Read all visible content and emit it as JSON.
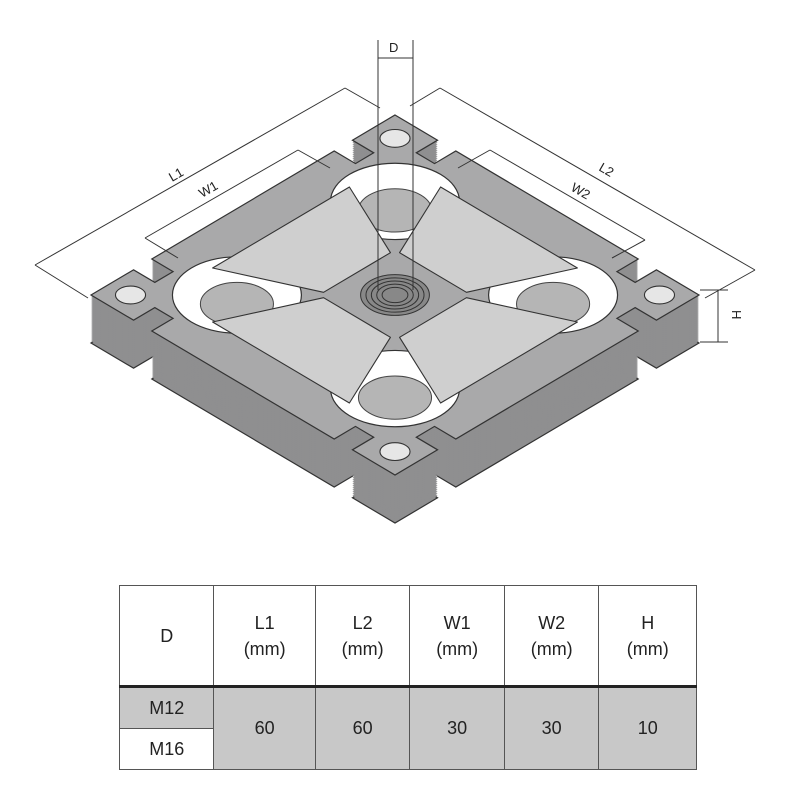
{
  "drawing": {
    "labels": {
      "D": "D",
      "L1": "L1",
      "W1": "W1",
      "L2": "L2",
      "W2": "W2",
      "H": "H"
    }
  },
  "table": {
    "headers": [
      {
        "name": "D",
        "unit": ""
      },
      {
        "name": "L1",
        "unit": "(mm)"
      },
      {
        "name": "L2",
        "unit": "(mm)"
      },
      {
        "name": "W1",
        "unit": "(mm)"
      },
      {
        "name": "W2",
        "unit": "(mm)"
      },
      {
        "name": "H",
        "unit": "(mm)"
      }
    ],
    "d_values": [
      "M12",
      "M16"
    ],
    "values": {
      "L1": "60",
      "L2": "60",
      "W1": "30",
      "W2": "30",
      "H": "10"
    }
  },
  "colors": {
    "top_face": "#a9a9aa",
    "side_face": "#8f8f90",
    "hole": "#ffffff",
    "table_gray": "#c8c8c8"
  }
}
